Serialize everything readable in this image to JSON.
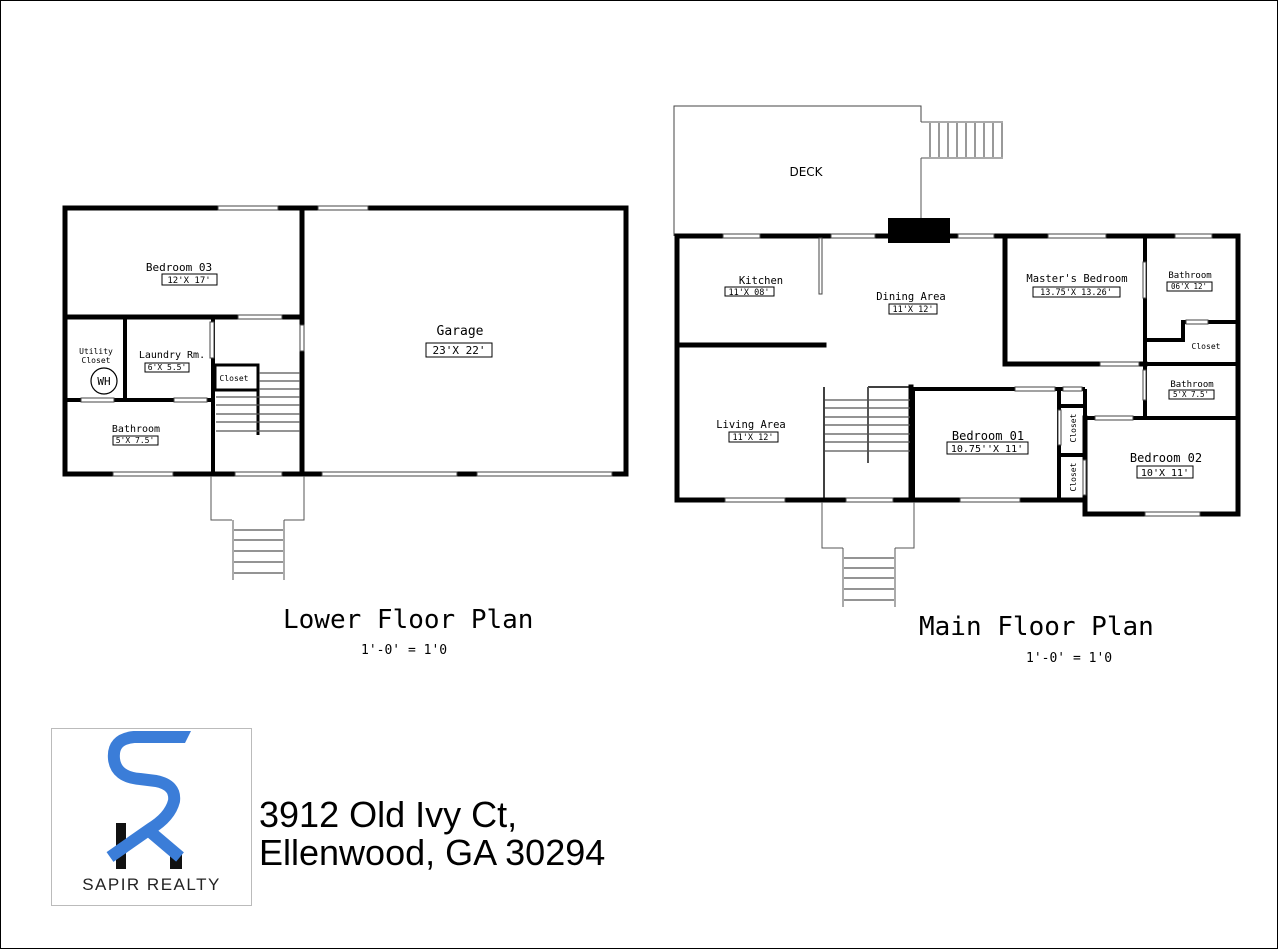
{
  "lower_floor": {
    "title": "Lower Floor Plan",
    "scale": "1'-0' = 1'0",
    "rooms": [
      {
        "name": "Bedroom 03",
        "size": "12'X 17'"
      },
      {
        "name": "Garage",
        "size": "23'X 22'"
      },
      {
        "name_line1": "Utility",
        "name_line2": "Closet",
        "fixture": "WH"
      },
      {
        "name": "Laundry Rm.",
        "size": "6'X 5.5'"
      },
      {
        "name": "Closet"
      },
      {
        "name": "Bathroom",
        "size": "5'X 7.5'"
      }
    ]
  },
  "main_floor": {
    "title": "Main Floor Plan",
    "scale": "1'-0' = 1'0",
    "rooms": [
      {
        "name": "DECK"
      },
      {
        "name": "Kitchen",
        "size": "11'X 08'"
      },
      {
        "name": "Dining Area",
        "size": "11'X 12'"
      },
      {
        "name": "Master's Bedroom",
        "size": "13.75'X 13.26'"
      },
      {
        "name": "Bathroom",
        "size": "06'X 12'"
      },
      {
        "name": "Closet"
      },
      {
        "name": "Bathroom",
        "size": "5'X 7.5'"
      },
      {
        "name": "Living Area",
        "size": "11'X 12'"
      },
      {
        "name": "Bedroom 01",
        "size": "10.75''X 11'"
      },
      {
        "name": "Closet"
      },
      {
        "name": "Closet"
      },
      {
        "name": "Bedroom 02",
        "size": "10'X 11'"
      }
    ]
  },
  "branding": {
    "company": "SAPIR REALTY",
    "logo_color": "#3b7dd8"
  },
  "address": {
    "line1": "3912 Old Ivy Ct,",
    "line2": "Ellenwood, GA 30294"
  }
}
